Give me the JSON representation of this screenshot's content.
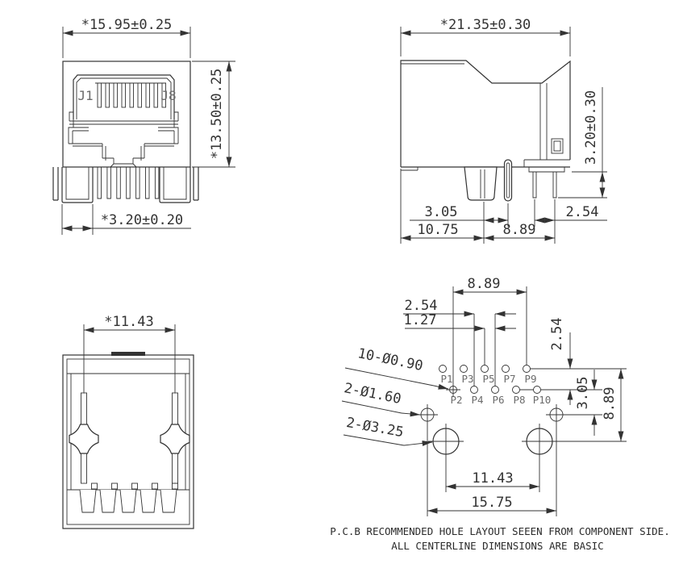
{
  "front_view": {
    "width_dim": "*15.95±0.25",
    "height_dim": "*13.50±0.25",
    "leg_width_dim": "*3.20±0.20",
    "contact_first": "J1",
    "contact_last": "J8"
  },
  "side_view": {
    "width_dim": "*21.35±0.30",
    "pin_protrusion_dim": "3.20±0.30",
    "dim_post_to_pin": "3.05",
    "dim_pin_pitch": "2.54",
    "dim_left_span": "10.75",
    "dim_right_span": "8.89"
  },
  "bottom_view": {
    "post_pitch_dim": "*11.43"
  },
  "pcb_layout": {
    "dim_row_span": "8.89",
    "dim_pitch": "2.54",
    "dim_stagger": "1.27",
    "dim_row_gap": "2.54",
    "dim_hole_offset": "3.05",
    "dim_depth_span": "8.89",
    "dim_big_hole_pitch": "11.43",
    "dim_small_hole_pitch": "15.75",
    "label_pin_holes": "10-Ø0.90",
    "label_mid_holes": "2-Ø1.60",
    "label_big_holes": "2-Ø3.25",
    "pins": [
      "P1",
      "P2",
      "P3",
      "P4",
      "P5",
      "P6",
      "P7",
      "P8",
      "P9",
      "P10"
    ]
  },
  "notes": {
    "line1": "P.C.B RECOMMENDED HOLE LAYOUT SEEEN FROM COMPONENT SIDE.",
    "line2": "ALL CENTERLINE DIMENSIONS ARE BASIC"
  },
  "colors": {
    "line": "#333333",
    "dim_text": "#333333",
    "muted_label": "#6b6b6b",
    "background": "#ffffff"
  }
}
